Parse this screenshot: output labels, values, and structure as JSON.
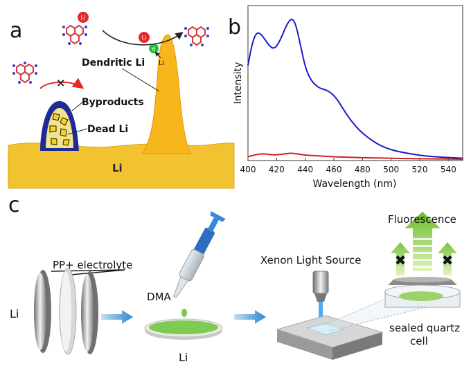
{
  "panel_a": {
    "letter": "a",
    "dendritic_label": "Dendritic Li",
    "byproducts_label": "Byproducts",
    "dead_li_label": "Dead Li",
    "li_base_label": "Li",
    "li_small_label": "Li",
    "ion_symbol": "Li",
    "electron_symbol": "e",
    "colors": {
      "metal": "#f2c230",
      "dendrite": "#f6b61c",
      "shell": "#1f2a96",
      "ion": "#e22a2a",
      "electron": "#22c23a"
    }
  },
  "panel_b": {
    "letter": "b",
    "chart_data": {
      "type": "line",
      "xlabel": "Wavelength (nm)",
      "ylabel": "Intensity",
      "xlim": [
        400,
        550
      ],
      "x_ticks": [
        400,
        420,
        440,
        460,
        480,
        500,
        520,
        540
      ],
      "series": [
        {
          "color": "#1a1acb",
          "x": [
            400,
            403,
            406,
            409,
            412,
            415,
            418,
            421,
            424,
            427,
            430,
            432,
            434,
            437,
            440,
            443,
            446,
            450,
            454,
            458,
            462,
            466,
            470,
            475,
            480,
            490,
            500,
            510,
            520,
            530,
            540,
            550
          ],
          "y": [
            63,
            78,
            85,
            84,
            80,
            76,
            74,
            77,
            83,
            90,
            94,
            93,
            88,
            75,
            62,
            55,
            51,
            48,
            47,
            45,
            41,
            35,
            29,
            23,
            18,
            11,
            7,
            5,
            3.5,
            2.5,
            2,
            1.6
          ]
        },
        {
          "color": "#d02020",
          "x": [
            400,
            405,
            410,
            415,
            420,
            425,
            430,
            435,
            440,
            450,
            460,
            470,
            480,
            500,
            520,
            540,
            550
          ],
          "y": [
            2.5,
            3.8,
            4.6,
            4.0,
            3.7,
            4.3,
            5.0,
            4.3,
            3.6,
            3.0,
            2.5,
            2.2,
            1.9,
            1.5,
            1.2,
            1.0,
            0.9
          ]
        }
      ]
    }
  },
  "panel_c": {
    "letter": "c",
    "pp_electrolyte_label": "PP+ electrolyte",
    "li_left_label": "Li",
    "dma_label": "DMA",
    "li_dish_label": "Li",
    "xenon_label": "Xenon Light Source",
    "fluorescence_label": "Fluorescence",
    "sealed_label_line1": "sealed quartz",
    "sealed_label_line2": "cell",
    "colors": {
      "arrow": "#2f8fd0",
      "fluorescence": "#7cc43a",
      "disc": "#9bd36a"
    }
  }
}
